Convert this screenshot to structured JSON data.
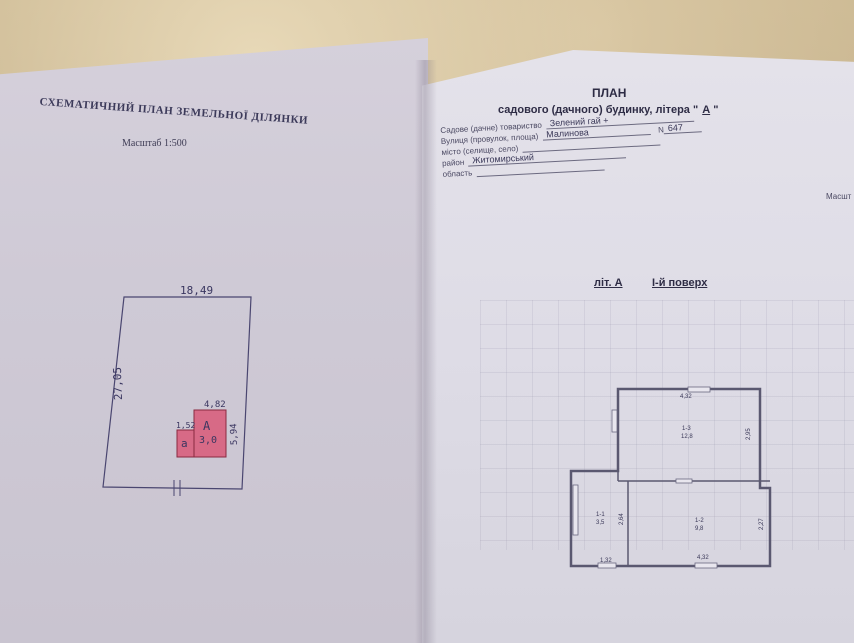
{
  "left_page": {
    "title": "СХЕМАТИЧНИЙ ПЛАН ЗЕМЕЛЬНОЇ ДІЛЯНКИ",
    "scale": "Масштаб 1:500",
    "sketch": {
      "width_label": "18,49",
      "length_label": "27,05",
      "building_width_label": "4,82",
      "building_depth_label": "5,94",
      "annex_label": "1,52",
      "annex_letter": "а",
      "building_letter": "А",
      "building_number": "3,0"
    }
  },
  "right_page": {
    "title": "ПЛАН",
    "subtitle": "садового (дачного) будинку, літера \"",
    "subtitle_letter": "А",
    "subtitle_end": "\"",
    "fields": [
      {
        "label": "Садове (дачне) товариство",
        "value": "Зелений гай +"
      },
      {
        "label": "Вулиця (провулок, площа)",
        "value": "Малинова",
        "no_label": "N",
        "no_value": "647"
      },
      {
        "label": "місто (селище, село)",
        "value": ""
      },
      {
        "label": "район",
        "value": "Житомирський"
      },
      {
        "label": "область",
        "value": ""
      }
    ],
    "scale_cut": "Масшт",
    "lit_label": "літ. А",
    "floor_label": "І-й поверх",
    "floor_plan": {
      "top_width": "4,32",
      "room_1_3_label": "1-3",
      "room_1_3_area": "12,8",
      "room_1_3_side": "2,95",
      "room_1_1_label": "1-1",
      "room_1_1_area": "3,5",
      "room_1_1_side": "2,64",
      "room_1_1_width": "1,32",
      "room_1_2_label": "1-2",
      "room_1_2_area": "9,8",
      "room_1_2_side": "2,27",
      "bottom_width": "4,32"
    }
  }
}
